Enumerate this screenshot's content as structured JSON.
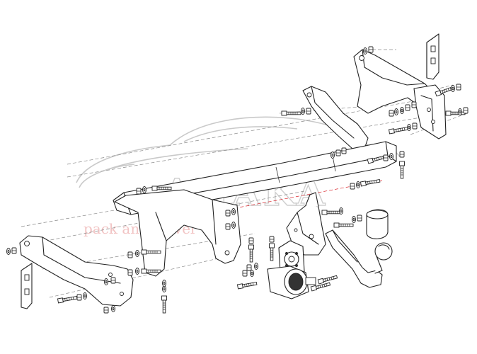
{
  "diagram": {
    "type": "exploded assembly drawing",
    "subject": "tow bar (towing hitch) kit",
    "line_color": "#222222",
    "red_guide_color": "#d8232a"
  },
  "watermark": {
    "brand": "AHAKA",
    "tagline": "pack and travel",
    "logo": "car-silhouette-outline",
    "brand_color": "#cfcfcf",
    "tagline_color": "#f2c4c4"
  }
}
